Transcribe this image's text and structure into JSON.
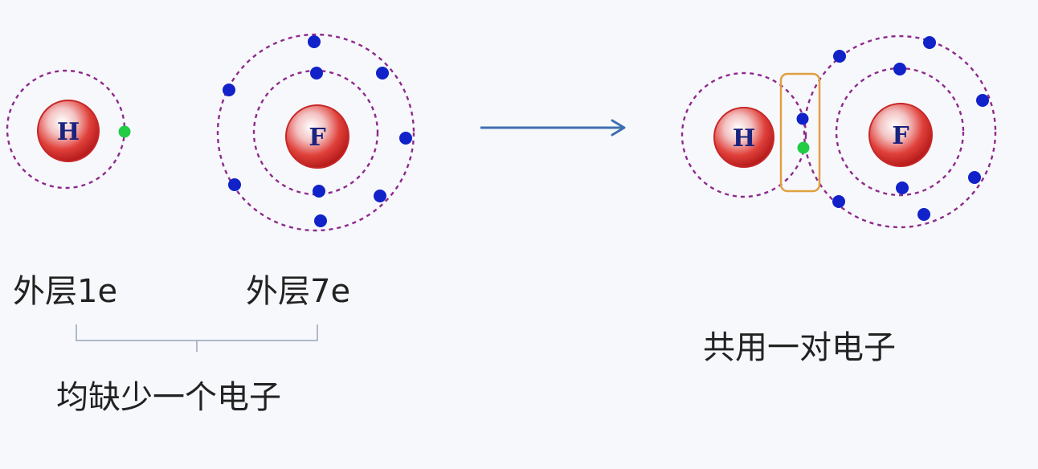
{
  "before": {
    "hydrogen": {
      "symbol": "H",
      "outer_electrons": 1,
      "label": "外层1e"
    },
    "fluorine": {
      "symbol": "F",
      "outer_electrons": 7,
      "label": "外层7e"
    },
    "shared_note": "均缺少一个电子"
  },
  "after": {
    "hydrogen": {
      "symbol": "H"
    },
    "fluorine": {
      "symbol": "F"
    },
    "note": "共用一对电子"
  },
  "colors": {
    "nucleus": "#d32f2f",
    "orbit": "#8e2a8a",
    "electron_fluorine": "#1022c8",
    "electron_hydrogen": "#22cc44",
    "arrow": "#3f6fb0",
    "shared_box": "#e0a040",
    "bracket": "#9aa4b8"
  }
}
